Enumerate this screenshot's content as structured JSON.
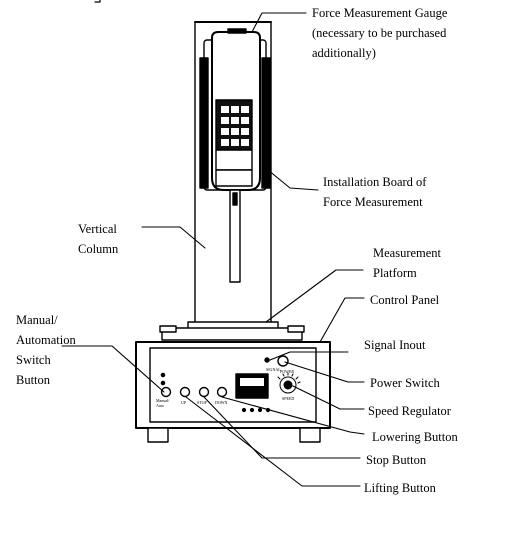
{
  "labels": {
    "force_gauge": "Force Measurement Gauge\n(necessary to be purchased\nadditionally)",
    "installation_board": "Installation Board of\nForce Measurement",
    "vertical_column": "Vertical\nColumn",
    "measurement_platform": "Measurement\nPlatform",
    "control_panel": "Control Panel",
    "manual_switch": "Manual/\nAutomation\nSwitch\nButton",
    "signal_input": "Signal Inout",
    "power_switch": "Power Switch",
    "speed_regulator": "Speed Regulator",
    "lowering_button": "Lowering Button",
    "stop_button": "Stop Button",
    "lifting_button": "Lifting Button"
  },
  "panel_text": {
    "manual_auto": "Manual/\nAuto",
    "up": "UP",
    "stop": "STOP",
    "down": "DOWN",
    "signal": "SIGNAL",
    "power": "POWER",
    "speed": "SPEED"
  }
}
